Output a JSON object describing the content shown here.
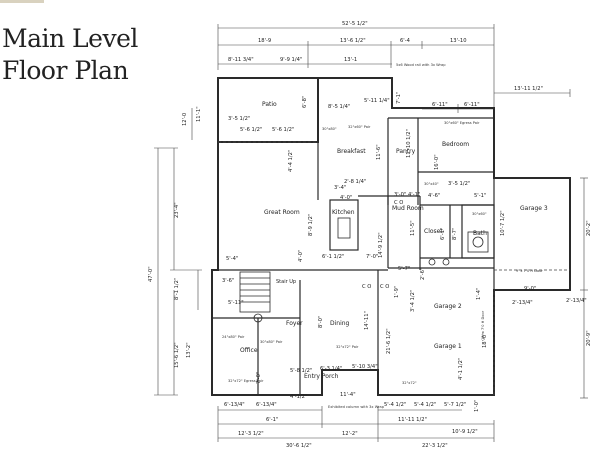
{
  "title": {
    "line1": "Main Level",
    "line2": "Floor Plan"
  },
  "rooms": {
    "patio": "Patio",
    "breakfast": "Breakfast",
    "pantry": "Pantry",
    "bedroom": "Bedroom",
    "great_room": "Great Room",
    "kitchen": "Kitchen",
    "mud_room": "Mud Room",
    "closet": "Closet",
    "bath": "Bath",
    "garage3": "Garage 3",
    "garage2": "Garage 2",
    "garage1": "Garage 1",
    "foyer": "Foyer",
    "dining": "Dining",
    "office": "Office",
    "entry_porch": "Entry Porch",
    "stair_up": "Stair Up"
  },
  "notes": {
    "fold_wood_rail": "5x6 Wood rail with 3x Wrap",
    "egress_pair_bed": "30\"x60\" Egress Pair",
    "egress_pair_office": "32\"x72\" Egress Pair",
    "garage_door1": "9' x 7'0 H Door",
    "garage_door2": "18' x 7'0 H Door",
    "built_up_column": "Exhibited column with 3x Wrap",
    "pair_24x80": "24\"x80\" Pair",
    "pair_30x80": "30\"x80\" Pair",
    "pair_32x72": "32\"x72\" Pair",
    "dim_30x80": "30\"x80\"",
    "dim_32x60": "32\"x60\" Pair",
    "dim_30x40": "30\"x40\"",
    "dim_32x72": "32\"x72\"",
    "dim_30x60": "30\"x60\""
  },
  "dims": {
    "d52_5": "52'-5 1/2\"",
    "d18_9": "18'-9",
    "d13_6": "13'-6 1/2\"",
    "d6_4": "6'-4",
    "d13_10": "13'-10",
    "d8_11": "8'-11 3/4\"",
    "d9_9": "9'-9 1/4\"",
    "d13_1": "13'-1",
    "d6_11a": "6'-11\"",
    "d6_11b": "6'-11\"",
    "d13_11": "13'-11 1/2\"",
    "d12_0": "12'-0",
    "d11_1": "11'-1\"",
    "d3_5": "3'-5 1/2\"",
    "d5_6a": "5'-6 1/2\"",
    "d5_6b": "5'-6 1/2\"",
    "d6_8": "6'-8\"",
    "d8_5": "8'-5 1/4\"",
    "d5_11": "5'-11 1/4\"",
    "d7_1": "7'-1\"",
    "d11_6": "11'-6\"",
    "d11_10": "11'-10 1/2\"",
    "d16_0": "16'-0\"",
    "d4_4": "4'-4 1/2\"",
    "d2_8": "2'-8 1/4\"",
    "d3_4": "3'-4\"",
    "d4_0": "4'-0\"",
    "d3_0": "3'-0\"",
    "d4_1": "4'-1\"",
    "d3_5b": "3'-5 1/2\"",
    "d4_6": "4'-6\"",
    "d5_1": "5'-1\"",
    "d23_4": "23'-4\"",
    "d8_9": "8'-9 1/2\"",
    "d11_5": "11'-5\"",
    "d8_7": "8'-7\"",
    "d6_1": "6'-1\"",
    "d20_2": "20'-2\"",
    "d10_7": "10'-7 1/2\"",
    "d5_4": "5'-4\"",
    "d6_1b": "6'-1 1/2\"",
    "d7_0": "7'-0\"",
    "d4_0b": "4'-0\"",
    "d14_9": "14'-9 1/2\"",
    "d47_0": "47'-0\"",
    "d3_6": "3'-6\"",
    "d8_1": "8'-1 1/2\"",
    "d5_11b": "5'-11\"",
    "d5_7": "5'-7\"",
    "d2_6": "2'-6\"",
    "d9_0": "9'-0\"",
    "d2_13": "2'-13/4\"",
    "d2_13b": "2'-13/4\"",
    "d1_4": "1'-4\"",
    "d1_9": "1'-9\"",
    "d3_4b": "3'-4 1/2\"",
    "d15_6": "15'-6 1/2\"",
    "d13_2": "13'-2\"",
    "d8_0": "8'-0\"",
    "d14_11": "14'-11\"",
    "d21_6": "21'-6 1/2\"",
    "d18_0": "18'-0\"",
    "d20_9": "20'-9\"",
    "d7_0b": "7'-0\"",
    "d6_13": "6'-13/4\"",
    "d6_13b": "6'-13/4\"",
    "d4_1b": "4'-1/2\"",
    "d5_8": "5'-8 1/2\"",
    "d6_3": "6'-3 1/4\"",
    "d5_10": "5'-10 3/4\"",
    "d11_4": "11'-4\"",
    "d5_4b": "5'-4 1/2\"",
    "d5_4c": "5'-4 1/2\"",
    "d5_7b": "5'-7 1/2\"",
    "d1_0": "1'-0\"",
    "d4_11": "4'-1 1/2\"",
    "d6_1c": "6'-1\"",
    "d12_3": "12'-3 1/2\"",
    "d12_2": "12'-2\"",
    "d11_11": "11'-11 1/2\"",
    "d10_9": "10'-9 1/2\"",
    "d30_6": "30'-6 1/2\"",
    "d22_3": "22'-3 1/2\"",
    "co1": "C O",
    "co2": "C O",
    "co3": "C O"
  },
  "colors": {
    "wall": "#2a2a2a",
    "dim_line": "#444444",
    "text": "#222222",
    "accent": "#d9d2bf"
  }
}
